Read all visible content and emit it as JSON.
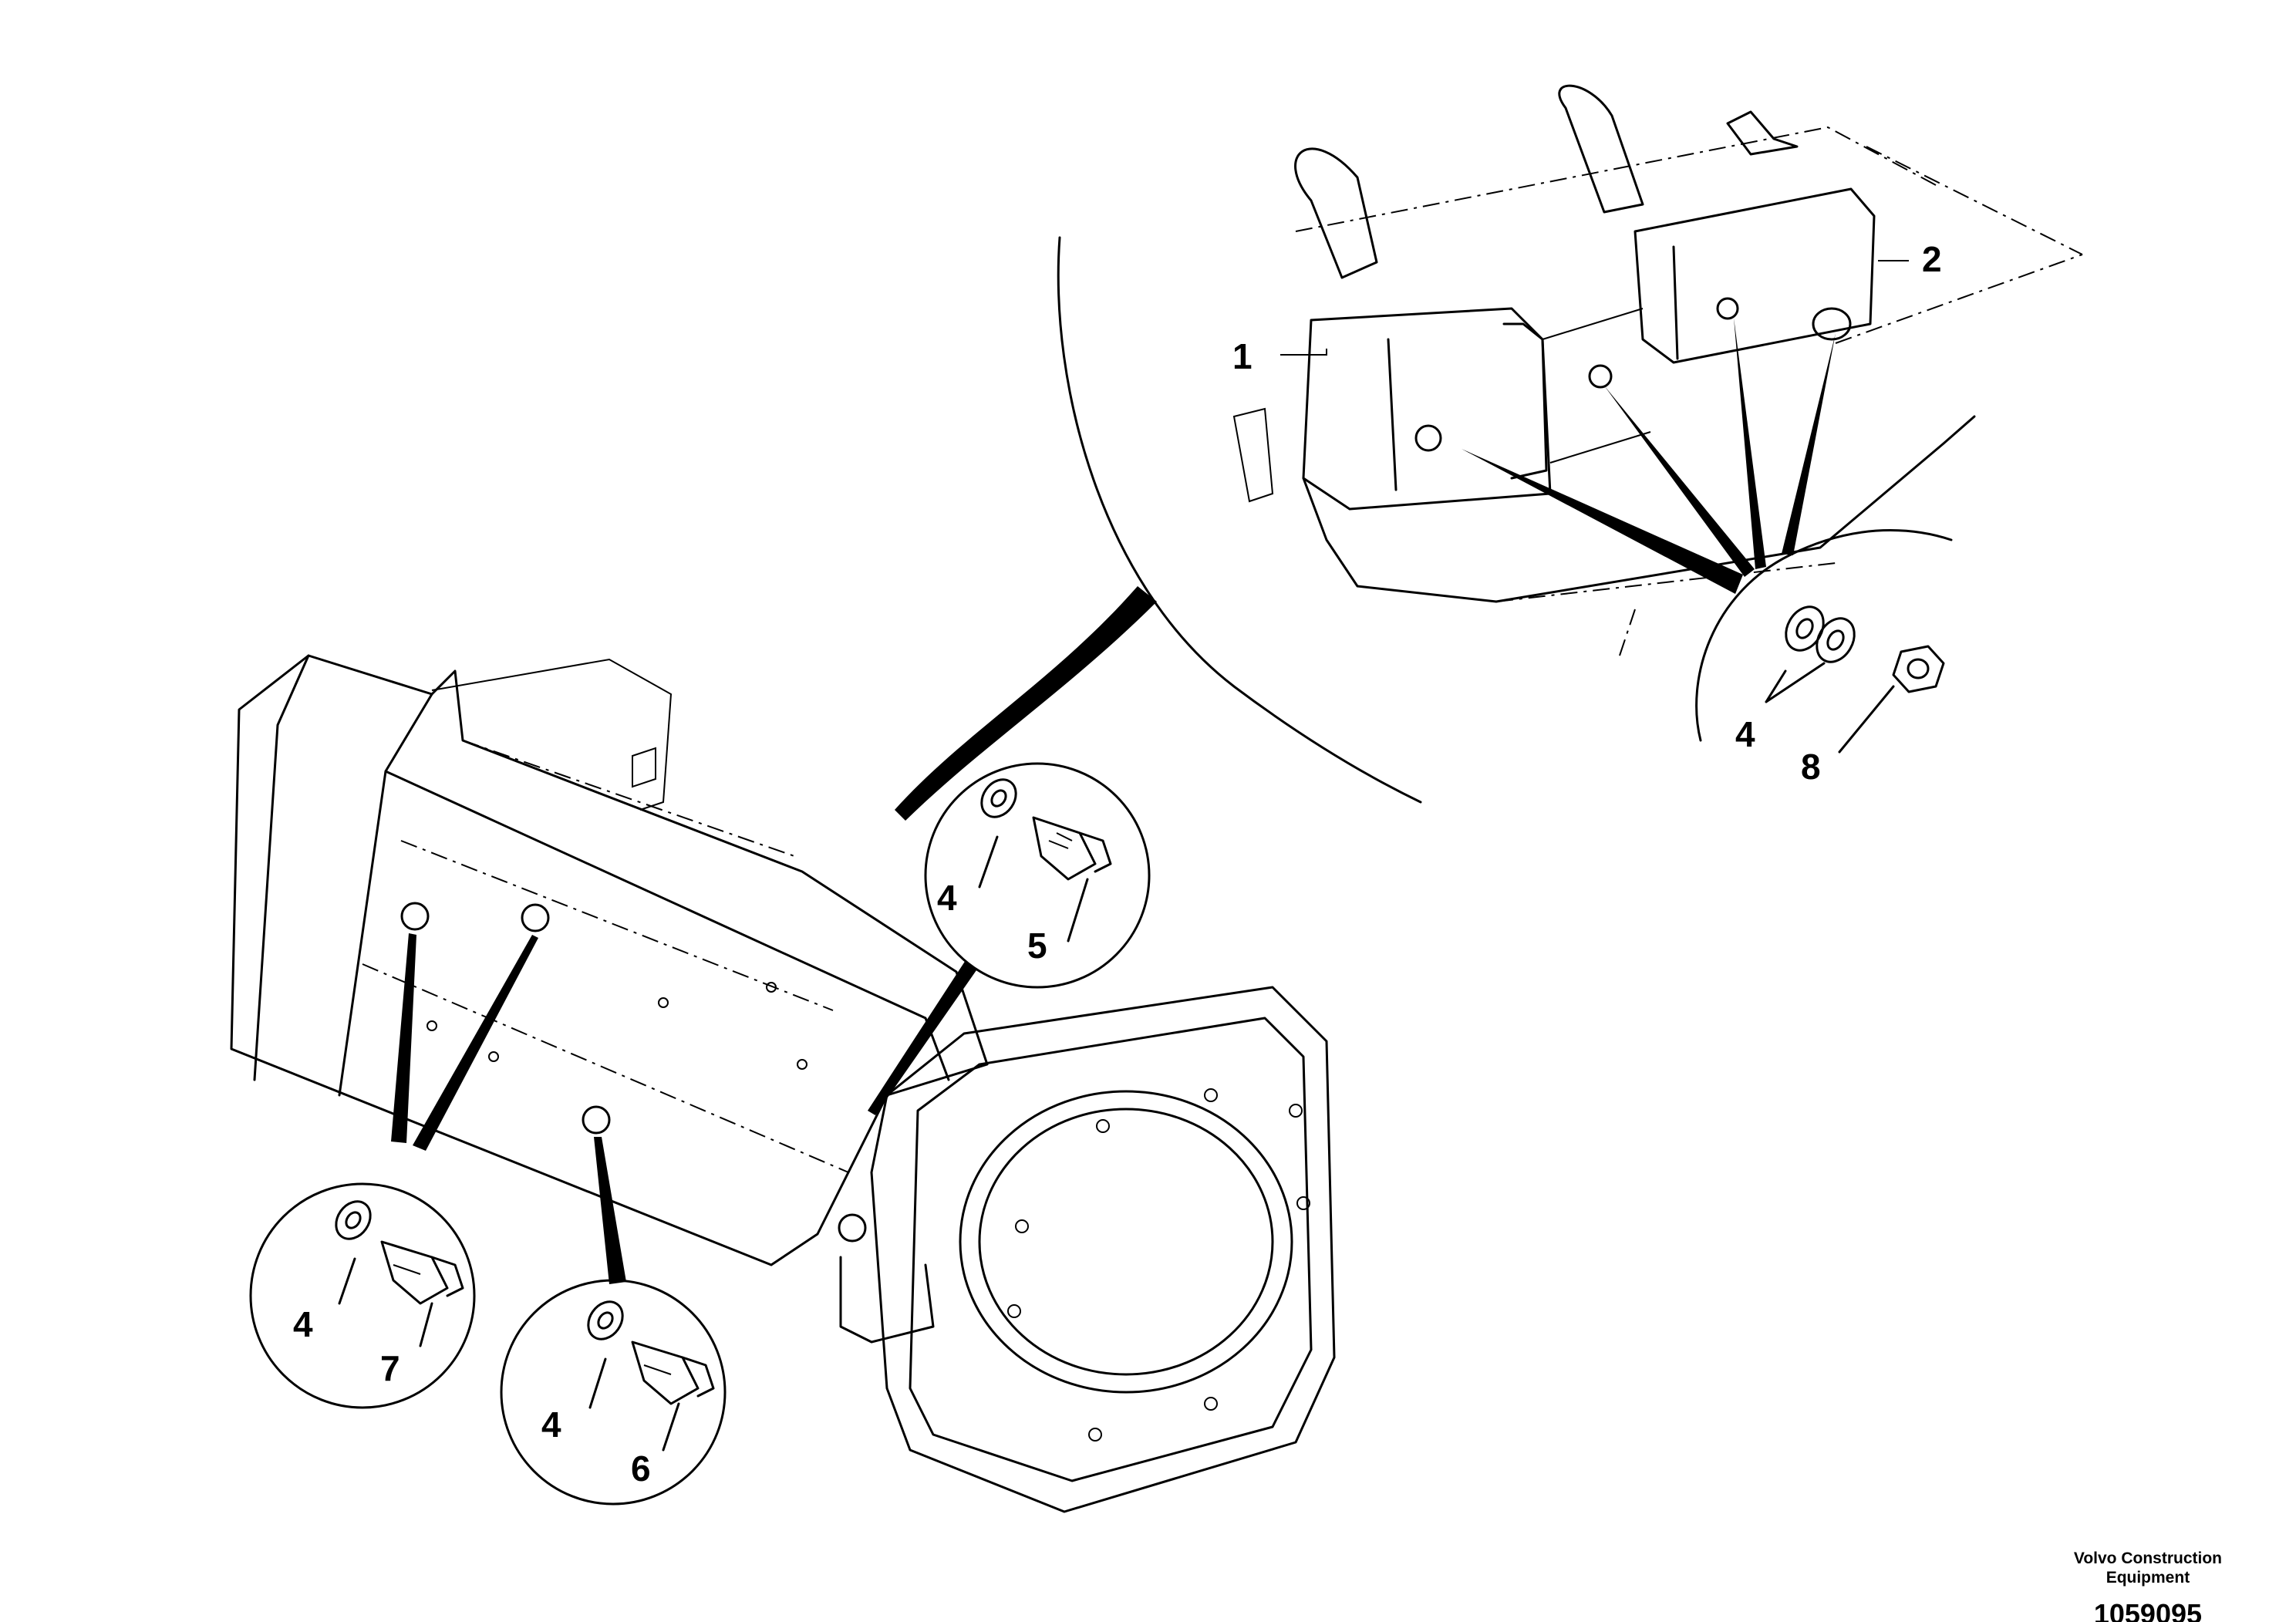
{
  "callouts": {
    "c1": "1",
    "c2": "2",
    "c4_top": "4",
    "c8": "8",
    "c4_mid": "4",
    "c5": "5",
    "c4_left": "4",
    "c7": "7",
    "c4_bottom": "4",
    "c6": "6"
  },
  "footer": {
    "company_line1": "Volvo Construction",
    "company_line2": "Equipment",
    "drawing_number": "1059095"
  }
}
